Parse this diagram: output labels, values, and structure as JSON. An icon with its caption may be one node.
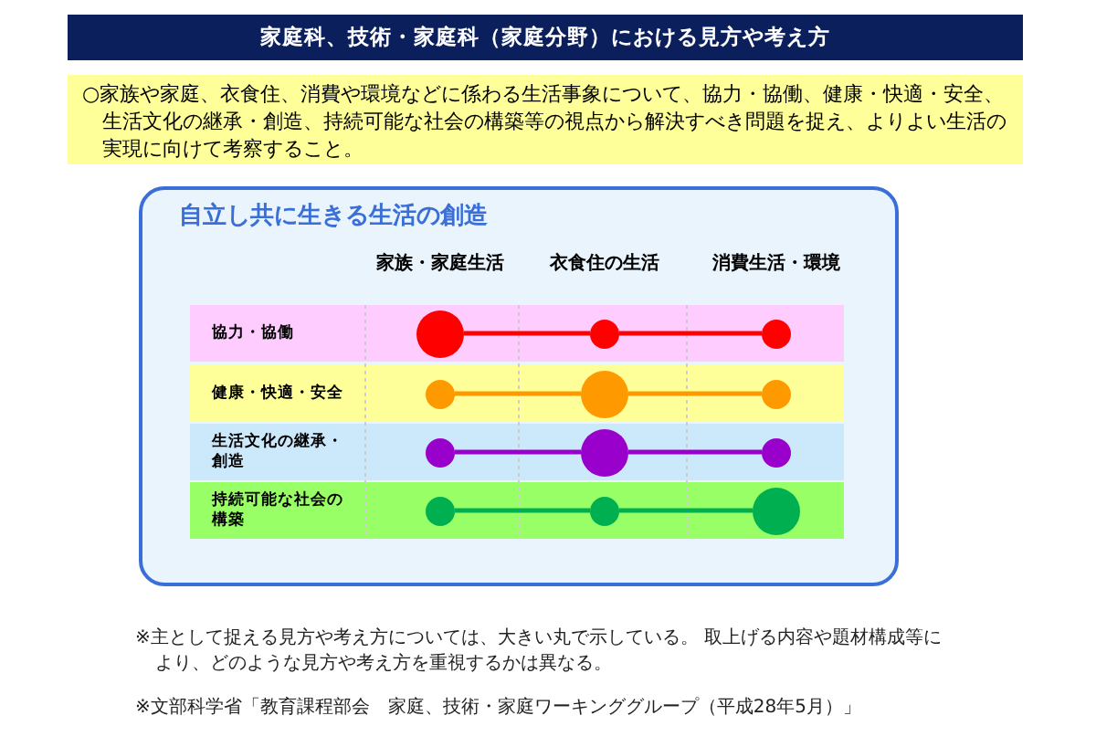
{
  "diagram": {
    "title": "家庭科、技術・家庭科（家庭分野）における見方や考え方",
    "nodes": [
      {
        "text": [
          "○家族や家庭、衣食住、消費や環境などに係わる生活事象について、協力・協働、健康・快適・安全、生活文化の継承・創造、持続可能な社会の構築等の視点から解決すべき問題を捉え、よりよい生活の実現に向けて考察すること。"
        ]
      },
      {
        "text": [
          "自立し共に生きる生活の創造"
        ]
      },
      {
        "text": [
          "協力・協働"
        ],
        "in": 1
      },
      {
        "text": [],
        "shape": "circle",
        "in": 2
      },
      {
        "text": [],
        "shape": "circle",
        "in": 2
      },
      {
        "text": [],
        "shape": "circle",
        "in": 2
      },
      {
        "text": [
          "健康・快適・安全"
        ],
        "in": 1
      },
      {
        "text": [],
        "shape": "circle",
        "in": 6
      },
      {
        "text": [],
        "shape": "circle",
        "in": 6
      },
      {
        "text": [],
        "shape": "circle",
        "in": 6
      },
      {
        "text": [
          "生活文化の継承・創造"
        ],
        "in": 1
      },
      {
        "text": [],
        "shape": "circle",
        "in": 10
      },
      {
        "text": [],
        "shape": "circle",
        "in": 10
      },
      {
        "text": [],
        "shape": "circle",
        "in": 10
      },
      {
        "text": [
          "持続可能な社会の構築"
        ],
        "in": 1
      },
      {
        "text": [],
        "shape": "circle",
        "in": 14
      },
      {
        "text": [],
        "shape": "circle",
        "in": 14
      },
      {
        "text": [],
        "shape": "circle",
        "in": 14
      }
    ],
    "edges": [
      {
        "from": 3,
        "to": 4,
        "arrow": "none",
        "color": "#ff0000"
      },
      {
        "from": 4,
        "to": 5,
        "arrow": "none",
        "color": "#ff0000"
      },
      {
        "from": 7,
        "to": 8,
        "arrow": "none",
        "color": "#ff9900"
      },
      {
        "from": 8,
        "to": 9,
        "arrow": "none",
        "color": "#ff9900"
      },
      {
        "from": 11,
        "to": 12,
        "arrow": "none",
        "color": "#9900cc"
      },
      {
        "from": 12,
        "to": 13,
        "arrow": "none",
        "color": "#9900cc"
      },
      {
        "from": 15,
        "to": 16,
        "arrow": "none",
        "color": "#00b050"
      },
      {
        "from": 16,
        "to": 17,
        "arrow": "none",
        "color": "#00b050"
      }
    ],
    "labels": [
      "家族・家庭生活",
      "衣食住の生活",
      "消費生活・環境",
      "※主として捉える見方や考え方については、大きい丸で示している。 取上げる内容や題材構成等により、どのような見方や考え方を重視するかは異なる。",
      "※文部科学省「教育課程部会　家庭、技術・家庭ワーキンググループ（平成28年5月）」"
    ]
  }
}
